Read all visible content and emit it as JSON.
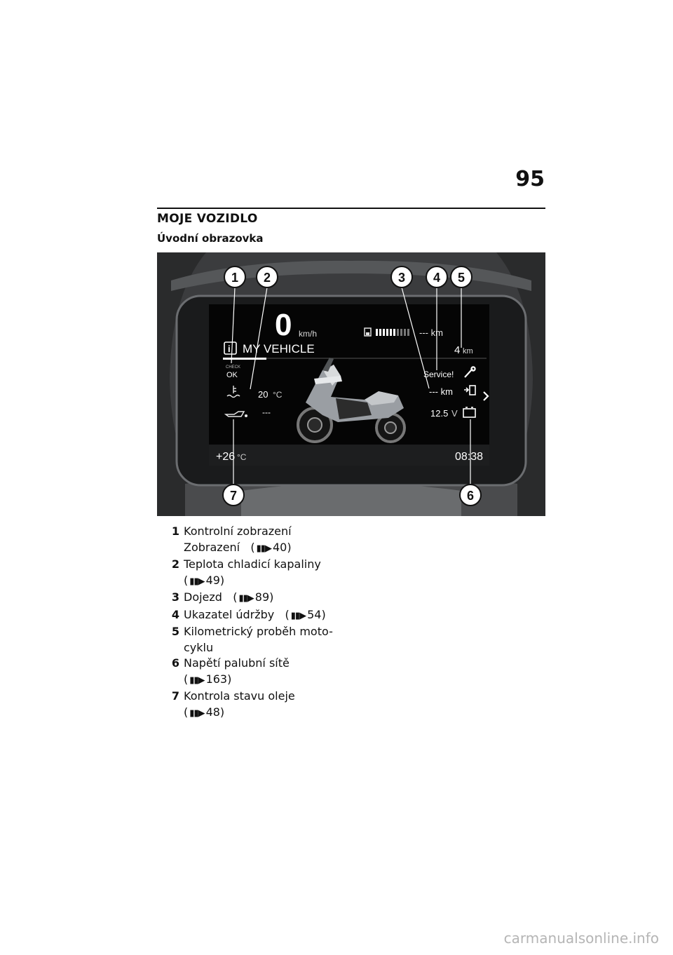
{
  "page": {
    "number": "95"
  },
  "chapter": {
    "title": "MOJE VOZIDLO"
  },
  "section": {
    "title": "Úvodní obrazovka"
  },
  "display": {
    "speed_value": "0",
    "speed_unit": "km/h",
    "range_top": "--- km",
    "trip_value": "4",
    "trip_unit": "km",
    "menu_title": "MY VEHICLE",
    "check_label": "CHECK",
    "check_status": "OK",
    "service_text": "Service!",
    "coolant_value": "20",
    "coolant_unit": "°C",
    "oil_value": "---",
    "range_value": "--- km",
    "voltage_value": "12.5",
    "voltage_unit": "V",
    "outside_temp": "+26",
    "outside_temp_unit": "°C",
    "clock": "08:38"
  },
  "callouts": [
    "1",
    "2",
    "3",
    "4",
    "5",
    "6",
    "7"
  ],
  "legend": [
    {
      "num": "1",
      "lines": [
        "Kontrolní zobrazení",
        "Zobrazení"
      ],
      "ref": "40)"
    },
    {
      "num": "2",
      "lines": [
        "Teplota chladicí kapaliny"
      ],
      "ref": "49)"
    },
    {
      "num": "3",
      "lines": [
        "Dojezd"
      ],
      "ref": "89)"
    },
    {
      "num": "4",
      "lines": [
        "Ukazatel údržby"
      ],
      "ref": "54)"
    },
    {
      "num": "5",
      "lines": [
        "Kilometrický proběh moto-",
        "cyklu"
      ],
      "ref": ""
    },
    {
      "num": "6",
      "lines": [
        "Napětí palubní sítě"
      ],
      "ref": "163)"
    },
    {
      "num": "7",
      "lines": [
        "Kontrola stavu oleje"
      ],
      "ref": "48)"
    }
  ],
  "watermark": "carmanualsonline.info"
}
